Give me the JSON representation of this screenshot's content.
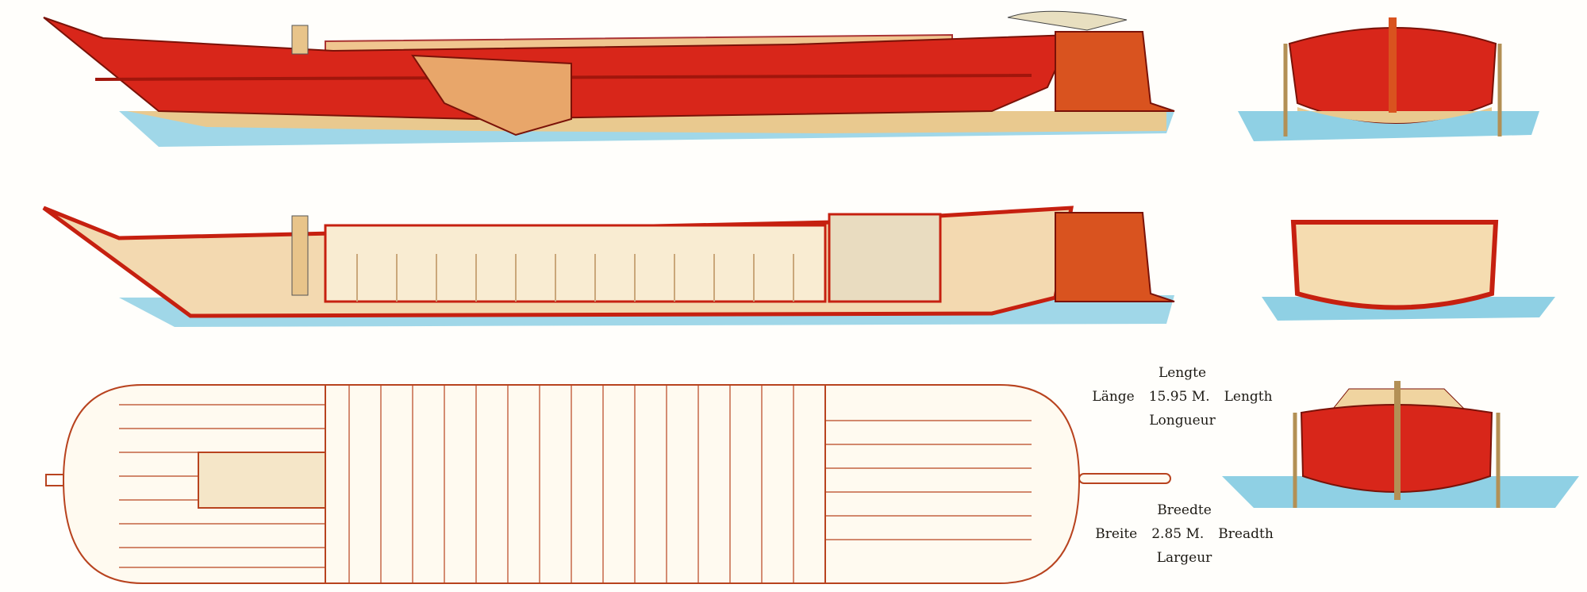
{
  "dimensions": {
    "length": {
      "dutch": "Lengte",
      "german": "Länge",
      "value": "15.95 M.",
      "english": "Length",
      "french": "Longueur"
    },
    "breadth": {
      "dutch": "Breedte",
      "german": "Breite",
      "value": "2.85 M.",
      "english": "Breadth",
      "french": "Largeur"
    }
  },
  "colors": {
    "hull": "#d8261a",
    "water": "#8fd0e4",
    "deck": "#f1c98f",
    "line": "#b8431f"
  }
}
